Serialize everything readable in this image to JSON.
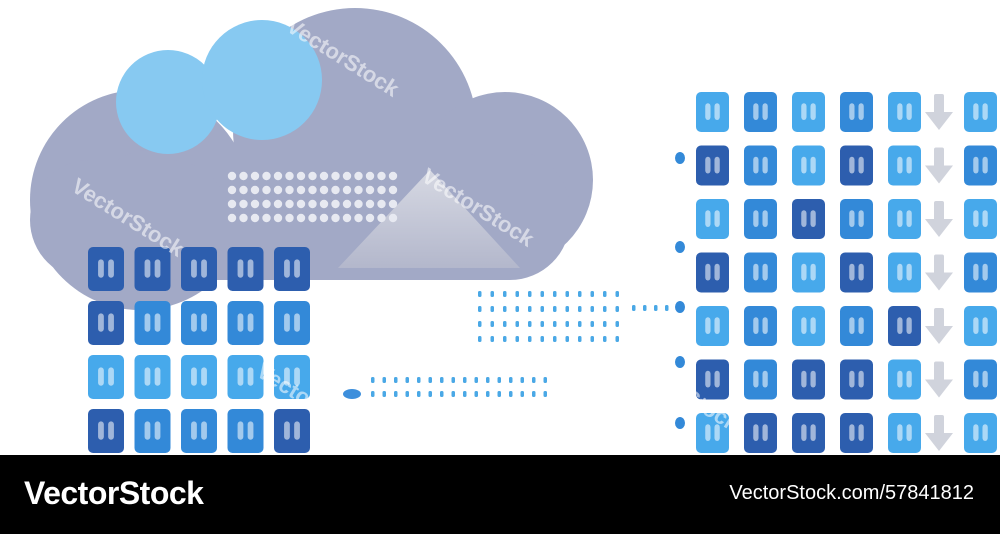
{
  "footer": {
    "brand": "VectorStock",
    "credit": "VectorStock.com/57841812"
  },
  "watermark": {
    "text": "VectorStock"
  },
  "colors": {
    "cloud": "#a2a9c6",
    "bubble": "#87c9f1",
    "tile_light": "#47a9eb",
    "tile_mid": "#3389d8",
    "tile_dark": "#2d5eae",
    "dots": "#4aa8e6",
    "arrow": "#d0d3dc"
  }
}
